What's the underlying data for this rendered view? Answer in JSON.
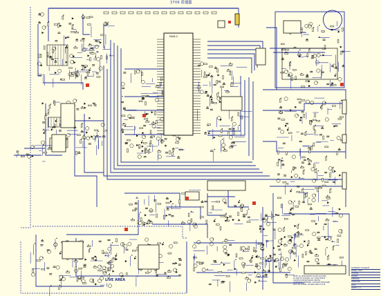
{
  "diagram": {
    "title": "3706 原理图",
    "main_ic_label": "MAIN IC",
    "live_area_label": "LIVE AREA",
    "title_block": {
      "rows": [
        "SCHEMATIC DIAGRAM",
        "MODEL 3706",
        "CHASSIS",
        "DRAWN",
        "CHECKED",
        "APPROVED",
        "DATE",
        "SHEET 1 / 1"
      ]
    },
    "note_lines": [
      "NOTE: ALL RESISTANCE VALUES IN OHMS,",
      "K=1000 M=1000000. ALL CAPACITANCE",
      "VALUES IN MICROFARADS UNLESS",
      "OTHERWISE SPECIFIED. VOLTAGES MEASURED",
      "WITH NO SIGNAL. SHADED AREA IS LIVE."
    ],
    "colors": {
      "background": "#fffde4",
      "wire": "#1e2a9e",
      "component": "#151515",
      "highlight": "#e8c94a",
      "marker": "#d23a2a"
    }
  }
}
